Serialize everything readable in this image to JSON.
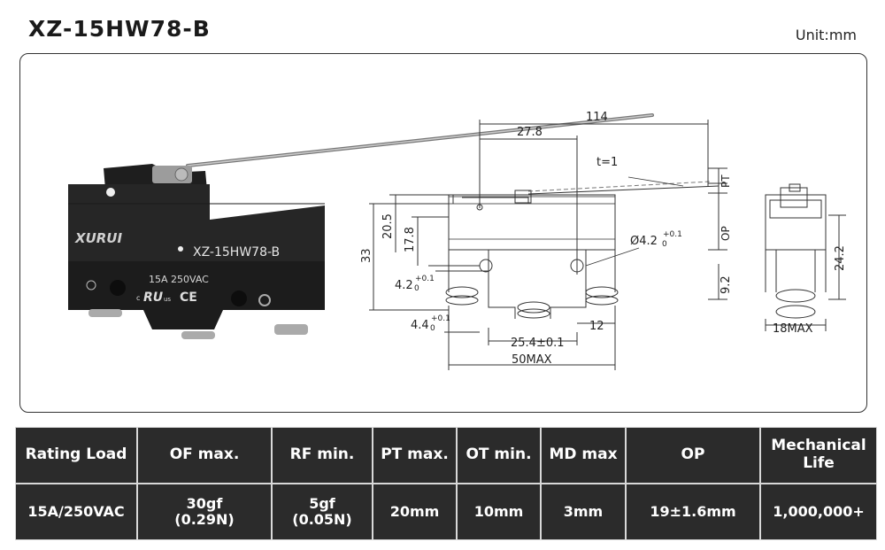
{
  "header": {
    "title": "XZ-15HW78-B",
    "unit": "Unit:mm"
  },
  "product": {
    "brand": "XURUI",
    "model_label": "XZ-15HW78-B",
    "rating_print": "15A 250VAC",
    "marks": [
      "c",
      "RU",
      "us",
      "CE"
    ]
  },
  "drawing": {
    "dims": {
      "total_length": "114",
      "lever_offset": "27.8",
      "thickness": "t=1",
      "pt": "PT",
      "op": "OP",
      "height_205": "20.5",
      "height_178": "17.8",
      "height_33": "33",
      "hole_dia": "Ø4.2",
      "hole_dia_tol": "+0.1",
      "hole_dia_base": "0",
      "hole_left": "4.2",
      "hole_left_tol": "+0.1",
      "hole_left_base": "0",
      "hole_bottom": "4.4",
      "hole_bottom_tol": "+0.1",
      "hole_bottom_base": "0",
      "pitch": "25.4±0.1",
      "right_12": "12",
      "width_max": "50MAX",
      "h_92": "9.2",
      "side_242": "24.2",
      "side_max": "18MAX"
    }
  },
  "spec_table": {
    "headers": [
      "Rating Load",
      "OF max.",
      "RF min.",
      "PT max.",
      "OT min.",
      "MD max",
      "OP",
      "Mechanical\nLife"
    ],
    "values": [
      "15A/250VAC",
      "30gf\n(0.29N)",
      "5gf\n(0.05N)",
      "20mm",
      "10mm",
      "3mm",
      "19±1.6mm",
      "1,000,000+"
    ]
  }
}
